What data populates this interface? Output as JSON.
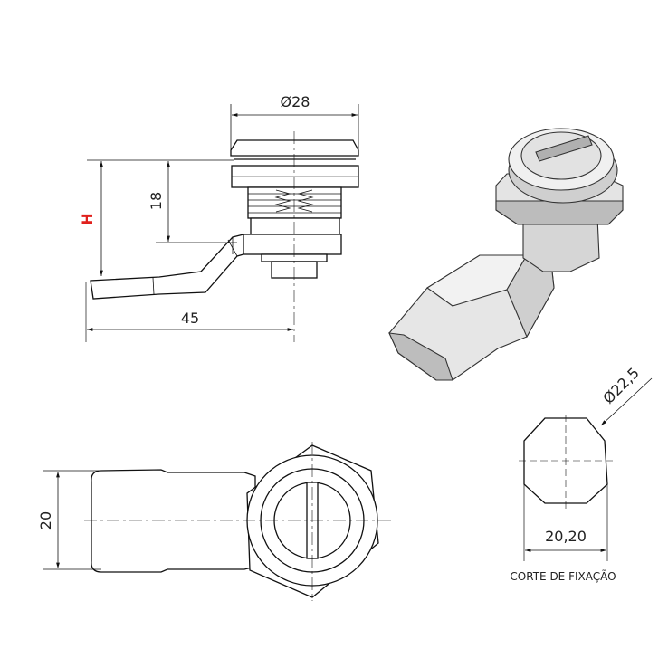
{
  "drawing": {
    "side_view": {
      "dim_diameter": "Ø28",
      "dim_height": "18",
      "dim_h_label": "H",
      "dim_length": "45"
    },
    "top_view": {
      "dim_width": "20"
    },
    "cutout": {
      "dim_diameter": "Ø22,5",
      "dim_flat": "20,20",
      "caption": "CORTE DE FIXAÇÃO"
    },
    "colors": {
      "line": "#111111",
      "highlight": "#e0201c",
      "shade_light": "#efefef",
      "shade_mid": "#d8d8d8",
      "shade_dark": "#a8a8a8"
    }
  }
}
